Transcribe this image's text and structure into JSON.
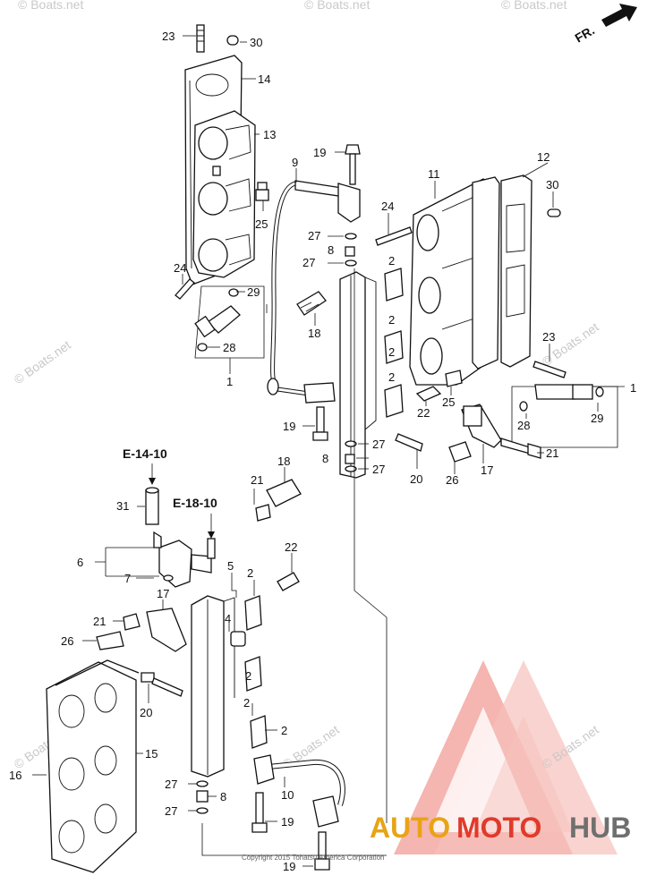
{
  "header": {
    "direction_label": "FR."
  },
  "references": {
    "ref_a": "E-14-10",
    "ref_b": "E-18-10"
  },
  "callouts": [
    {
      "id": "c23a",
      "text": "23"
    },
    {
      "id": "c30a",
      "text": "30"
    },
    {
      "id": "c14",
      "text": "14"
    },
    {
      "id": "c13",
      "text": "13"
    },
    {
      "id": "c25a",
      "text": "25"
    },
    {
      "id": "c24a",
      "text": "24"
    },
    {
      "id": "c29a",
      "text": "29"
    },
    {
      "id": "c28a",
      "text": "28"
    },
    {
      "id": "c1a",
      "text": "1"
    },
    {
      "id": "c9",
      "text": "9"
    },
    {
      "id": "c19a",
      "text": "19"
    },
    {
      "id": "c27a",
      "text": "27"
    },
    {
      "id": "c8a",
      "text": "8"
    },
    {
      "id": "c27b",
      "text": "27"
    },
    {
      "id": "c18a",
      "text": "18"
    },
    {
      "id": "c19b",
      "text": "19"
    },
    {
      "id": "c27c",
      "text": "27"
    },
    {
      "id": "c8b",
      "text": "8"
    },
    {
      "id": "c27d",
      "text": "27"
    },
    {
      "id": "c11",
      "text": "11"
    },
    {
      "id": "c12",
      "text": "12"
    },
    {
      "id": "c30b",
      "text": "30"
    },
    {
      "id": "c24b",
      "text": "24"
    },
    {
      "id": "c2a",
      "text": "2"
    },
    {
      "id": "c2b",
      "text": "2"
    },
    {
      "id": "c2c",
      "text": "2"
    },
    {
      "id": "c2d",
      "text": "2"
    },
    {
      "id": "c23b",
      "text": "23"
    },
    {
      "id": "c1b",
      "text": "1"
    },
    {
      "id": "c25b",
      "text": "25"
    },
    {
      "id": "c22a",
      "text": "22"
    },
    {
      "id": "c28b",
      "text": "28"
    },
    {
      "id": "c29b",
      "text": "29"
    },
    {
      "id": "c21a",
      "text": "21"
    },
    {
      "id": "c20a",
      "text": "20"
    },
    {
      "id": "c26a",
      "text": "26"
    },
    {
      "id": "c17a",
      "text": "17"
    },
    {
      "id": "c21b",
      "text": "21"
    },
    {
      "id": "c18b",
      "text": "18"
    },
    {
      "id": "c31",
      "text": "31"
    },
    {
      "id": "c6",
      "text": "6"
    },
    {
      "id": "c7",
      "text": "7"
    },
    {
      "id": "c5",
      "text": "5"
    },
    {
      "id": "c22b",
      "text": "22"
    },
    {
      "id": "c17b",
      "text": "17"
    },
    {
      "id": "c2e",
      "text": "2"
    },
    {
      "id": "c21c",
      "text": "21"
    },
    {
      "id": "c4",
      "text": "4"
    },
    {
      "id": "c26b",
      "text": "26"
    },
    {
      "id": "c2f",
      "text": "2"
    },
    {
      "id": "c20b",
      "text": "20"
    },
    {
      "id": "c2g",
      "text": "2"
    },
    {
      "id": "c2h",
      "text": "2"
    },
    {
      "id": "c15",
      "text": "15"
    },
    {
      "id": "c16",
      "text": "16"
    },
    {
      "id": "c27e",
      "text": "27"
    },
    {
      "id": "c8c",
      "text": "8"
    },
    {
      "id": "c27f",
      "text": "27"
    },
    {
      "id": "c10",
      "text": "10"
    },
    {
      "id": "c19c",
      "text": "19"
    },
    {
      "id": "c19d",
      "text": "19"
    }
  ],
  "watermark": {
    "text": "© Boats.net"
  },
  "footer": {
    "copyright": "Copyright 2015 Tohatsu America Corporation"
  },
  "brand": {
    "part1": "AUTO",
    "part2": "MOTO",
    "part3": "HUB",
    "color_gold": "#e8a317",
    "color_red": "#e03a2b",
    "color_gray": "#6f6f6f"
  }
}
